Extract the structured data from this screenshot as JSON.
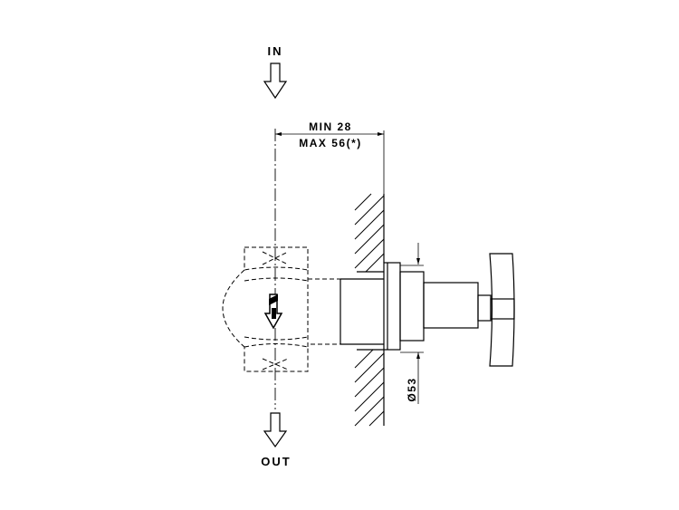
{
  "labels": {
    "inlet": "IN",
    "outlet": "OUT",
    "depth_min": "MIN 28",
    "depth_max": "MAX 56(*)",
    "diameter": "Ø53"
  }
}
